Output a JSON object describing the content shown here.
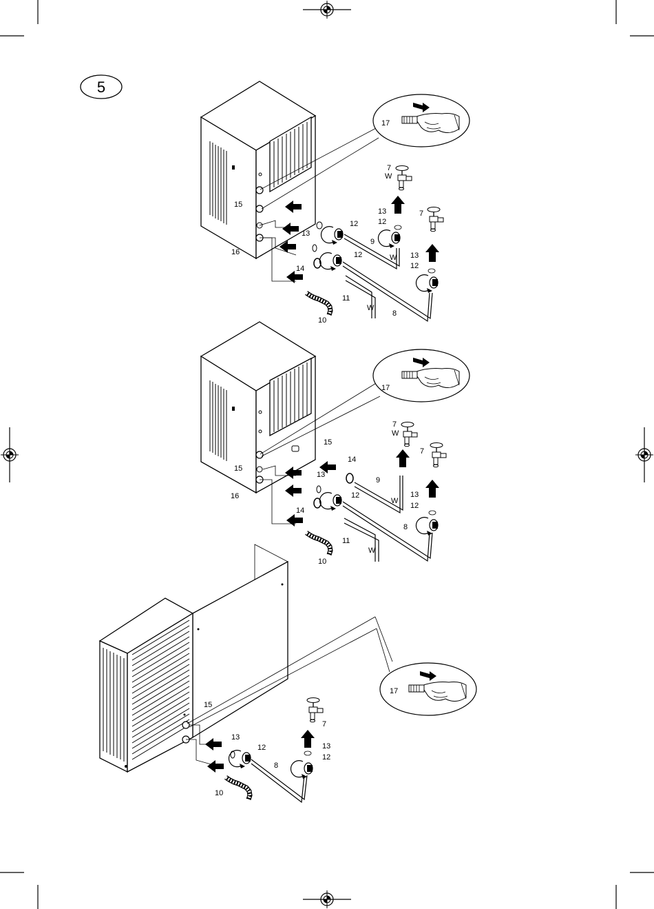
{
  "figure_number": "5",
  "colors": {
    "ink": "#000000",
    "paper": "#ffffff"
  },
  "icons": [
    "registration-mark-icon",
    "crop-mark-icon",
    "wrench-hand-icon",
    "water-tap-icon",
    "flow-arrow-icon",
    "drain-hose-icon"
  ],
  "panels": [
    {
      "id": "top",
      "labels": {
        "l17": "17",
        "l15": "15",
        "l16": "16",
        "l7a": "7",
        "lWa": "W",
        "l13a": "13",
        "l12a": "12",
        "l7b": "7",
        "l13b": "13",
        "l12b": "12",
        "l12c": "12",
        "l12d": "12",
        "l13c": "13",
        "l14": "14",
        "l9": "9",
        "l8": "8",
        "l11": "11",
        "lWb": "W",
        "lWc": "W",
        "l10": "10"
      }
    },
    {
      "id": "middle",
      "labels": {
        "l17": "17",
        "l15a": "15",
        "l15b": "15",
        "l16": "16",
        "l7a": "7",
        "lWa": "W",
        "l7b": "7",
        "l14a": "14",
        "l13a": "13",
        "l12a": "12",
        "l9": "9",
        "l13b": "13",
        "l12b": "12",
        "l14b": "14",
        "lWb": "W",
        "l8": "8",
        "l11": "11",
        "lWc": "W",
        "l10": "10"
      }
    },
    {
      "id": "bottom",
      "labels": {
        "l17": "17",
        "l15": "15",
        "l7": "7",
        "l13a": "13",
        "l12a": "12",
        "l13b": "13",
        "l12b": "12",
        "l8": "8",
        "l10": "10"
      }
    }
  ]
}
